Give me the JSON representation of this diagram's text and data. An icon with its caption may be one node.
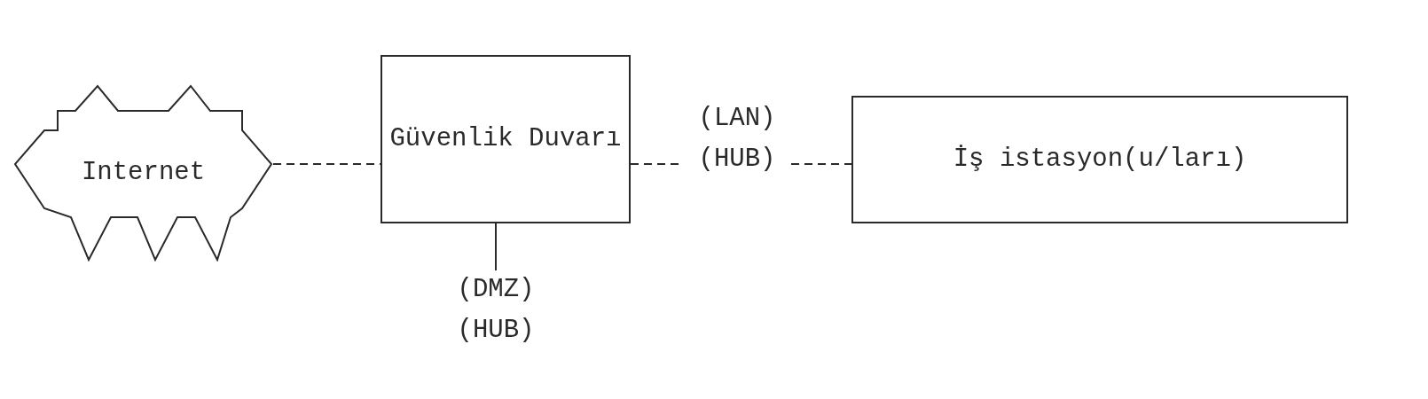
{
  "diagram": {
    "nodes": [
      {
        "text": [
          "Internet"
        ]
      },
      {
        "text": [
          "Güvenlik Duvarı"
        ]
      },
      {
        "text": [
          "(LAN) (HUB)"
        ]
      },
      {
        "text": [
          "İş istasyon(u/ları)"
        ]
      },
      {
        "text": [
          "(DMZ) (HUB)"
        ]
      }
    ],
    "edges": [
      {
        "from": 0,
        "to": 1,
        "arrow": "none",
        "style": "dashed"
      },
      {
        "from": 1,
        "to": 2,
        "arrow": "none",
        "style": "dashed"
      },
      {
        "from": 2,
        "to": 3,
        "arrow": "none",
        "style": "dashed"
      },
      {
        "from": 1,
        "to": 4,
        "arrow": "none"
      }
    ]
  }
}
